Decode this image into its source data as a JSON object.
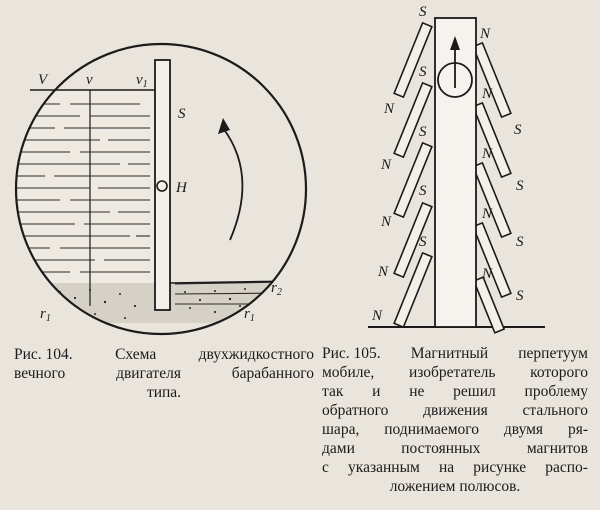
{
  "fig104": {
    "labels": {
      "v_left": "V",
      "v_mid": "v",
      "v1": "v",
      "v1_sub": "1",
      "s": "S",
      "h": "H",
      "r1_left": "r",
      "r1_left_sub": "1",
      "r1_right": "r",
      "r1_right_sub": "1",
      "r2": "r",
      "r2_sub": "2"
    },
    "caption": {
      "line1_a": "Рис. 104.",
      "line1_b": "Схема",
      "line1_c": "двухжидкостного",
      "line2_a": "вечного",
      "line2_b": "двигателя",
      "line2_c": "барабанного",
      "line3": "типа."
    }
  },
  "fig105": {
    "pole_s": "S",
    "pole_n": "N",
    "caption": {
      "lines": [
        [
          "Рис. 105.",
          "Магнитный",
          "перпетуум"
        ],
        [
          "мобиле,",
          "изобретатель",
          "которого"
        ],
        [
          "так",
          "и",
          "не",
          "решил",
          "проблему"
        ],
        [
          "обратного",
          "движения",
          "стального"
        ],
        [
          "шара,",
          "поднимаемого",
          "двумя",
          "ря-"
        ],
        [
          "дами",
          "постоянных",
          "магнитов"
        ],
        [
          "с",
          "указанным",
          "на",
          "рисунке",
          "распо-"
        ]
      ],
      "last_line": "ложением полюсов."
    }
  }
}
